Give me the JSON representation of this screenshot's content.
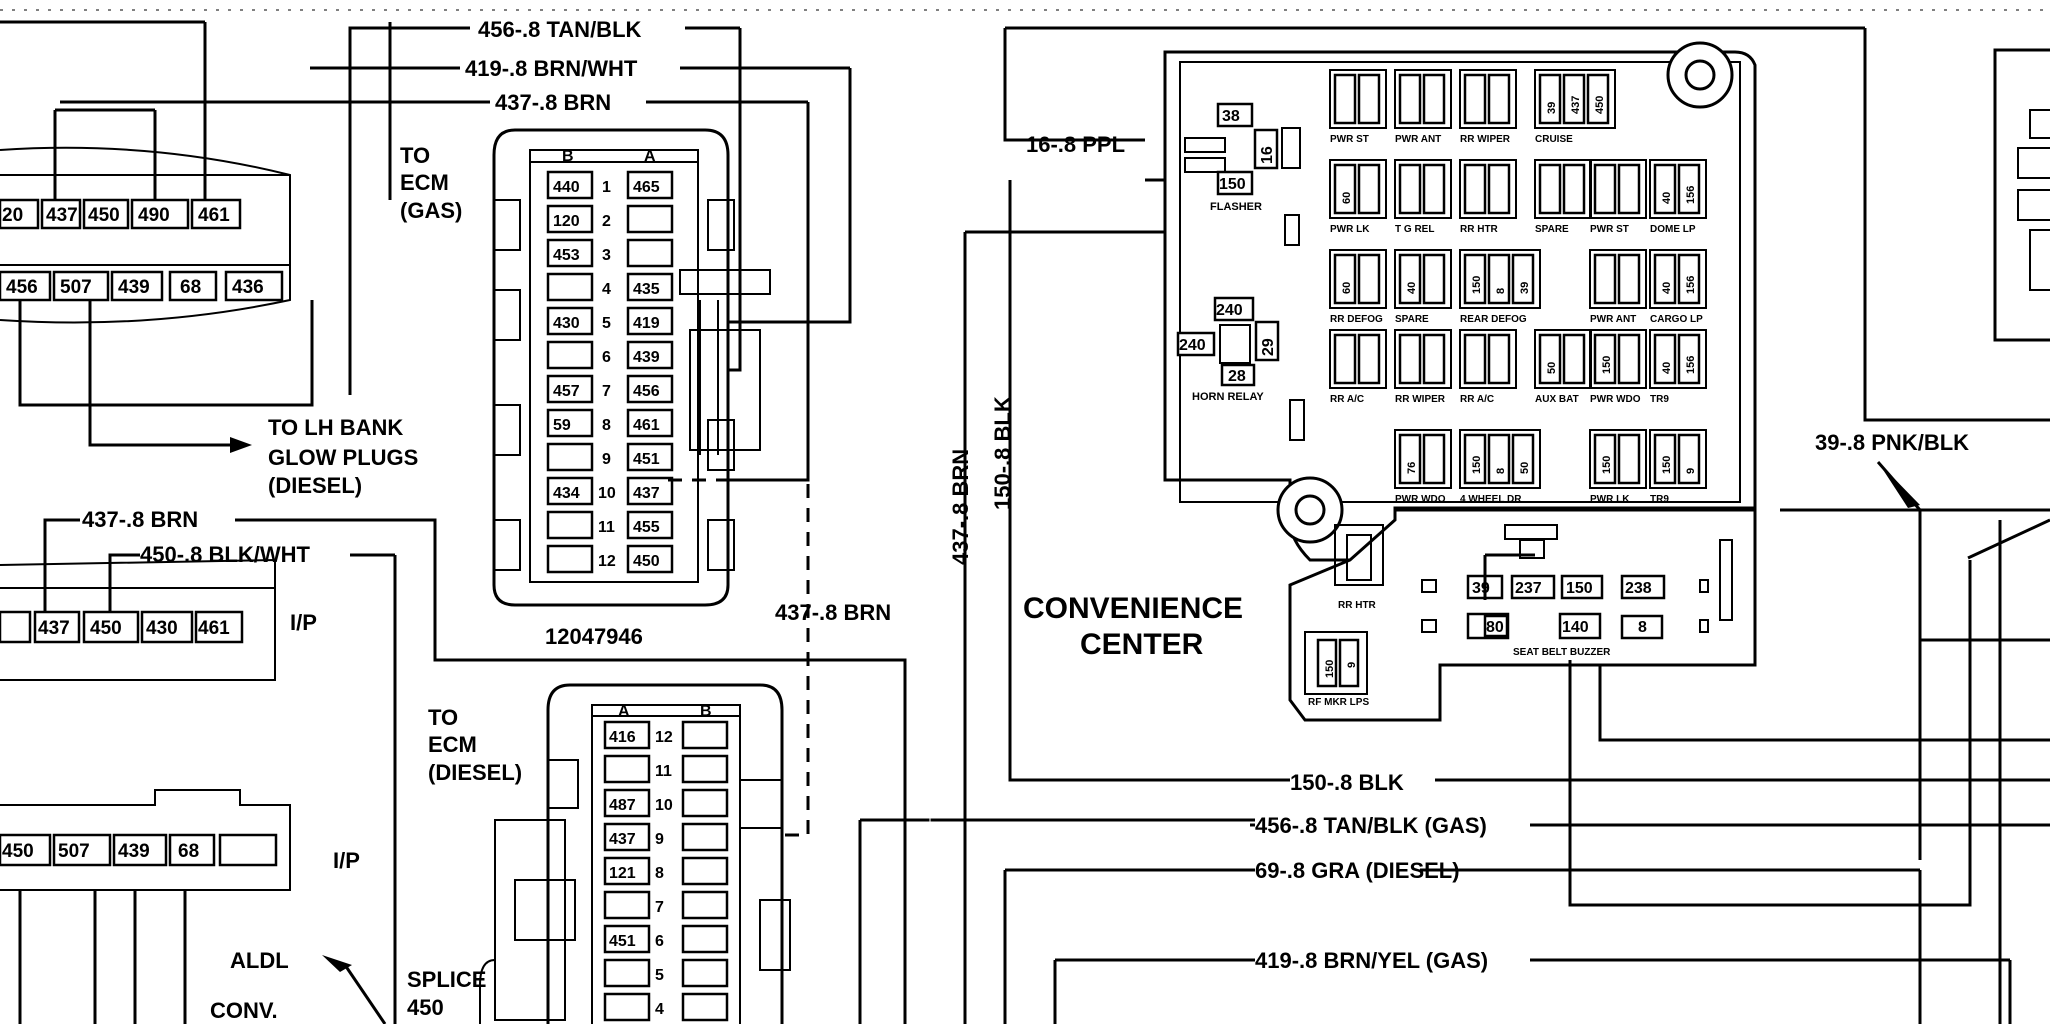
{
  "wires": {
    "w456_tan_blk": "456-.8 TAN/BLK",
    "w419_brn_wht": "419-.8 BRN/WHT",
    "w437_brn_top": "437-.8 BRN",
    "w437_brn_left": "437-.8 BRN",
    "w450_blk_wht": "450-.8 BLK/WHT",
    "w437_brn_dashed": "437-.8 BRN",
    "w16_ppl": "16-.8 PPL",
    "w437_brn_vert": "437-.8 BRN",
    "w150_blk_vert": "150-.8 BLK",
    "w39_pnk_blk": "39-.8 PNK/BLK",
    "w150_blk_bottom": "150-.8 BLK",
    "w456_tan_blk_gas": "456-.8 TAN/BLK (GAS)",
    "w69_gra_diesel": "69-.8 GRA (DIESEL)",
    "w419_brn_yel_gas": "419-.8 BRN/YEL (GAS)"
  },
  "labels": {
    "to_ecm_gas": [
      "TO",
      "ECM",
      "(GAS)"
    ],
    "to_lh_bank": [
      "TO LH BANK",
      "GLOW PLUGS",
      "(DIESEL)"
    ],
    "ip_1": "I/P",
    "ip_2": "I/P",
    "to_ecm_diesel": [
      "TO",
      "ECM",
      "(DIESEL)"
    ],
    "aldl": "ALDL",
    "conv": "CONV.",
    "splice": [
      "SPLICE",
      "450"
    ],
    "part_number": "12047946",
    "convenience_center": [
      "CONVENIENCE",
      "CENTER"
    ]
  },
  "left_connector_top": {
    "row1": [
      "20",
      "437",
      "450",
      "490",
      "461"
    ],
    "row2": [
      "456",
      "507",
      "439",
      "68",
      "436"
    ]
  },
  "left_connector_mid": [
    "437",
    "450",
    "430",
    "461"
  ],
  "left_connector_bottom": [
    "450",
    "507",
    "439",
    "68"
  ],
  "ecm_gas": {
    "col_b": "B",
    "col_a": "A",
    "rows": [
      {
        "b": "440",
        "n": "1",
        "a": "465"
      },
      {
        "b": "120",
        "n": "2",
        "a": ""
      },
      {
        "b": "453",
        "n": "3",
        "a": ""
      },
      {
        "b": "",
        "n": "4",
        "a": "435"
      },
      {
        "b": "430",
        "n": "5",
        "a": "419"
      },
      {
        "b": "",
        "n": "6",
        "a": "439"
      },
      {
        "b": "457",
        "n": "7",
        "a": "456"
      },
      {
        "b": "59",
        "n": "8",
        "a": "461"
      },
      {
        "b": "",
        "n": "9",
        "a": "451"
      },
      {
        "b": "434",
        "n": "10",
        "a": "437"
      },
      {
        "b": "",
        "n": "11",
        "a": "455"
      },
      {
        "b": "",
        "n": "12",
        "a": "450"
      }
    ]
  },
  "ecm_diesel": {
    "col_a": "A",
    "col_b": "B",
    "rows": [
      {
        "a": "416",
        "n": "12"
      },
      {
        "a": "",
        "n": "11"
      },
      {
        "a": "487",
        "n": "10"
      },
      {
        "a": "437",
        "n": "9"
      },
      {
        "a": "121",
        "n": "8"
      },
      {
        "a": "",
        "n": "7"
      },
      {
        "a": "451",
        "n": "6"
      },
      {
        "a": "",
        "n": "5"
      },
      {
        "a": "",
        "n": "4"
      }
    ]
  },
  "fuse_block": {
    "flasher": {
      "top": "38",
      "side": "16",
      "bottom": "150",
      "name": "FLASHER"
    },
    "horn_relay": {
      "top": "240",
      "left": "240",
      "side": "29",
      "bottom": "28",
      "name": "HORN RELAY"
    },
    "row1": [
      {
        "name": "PWR ST",
        "values": []
      },
      {
        "name": "PWR ANT",
        "values": []
      },
      {
        "name": "RR WIPER",
        "values": []
      },
      {
        "name": "CRUISE",
        "values": [
          "39",
          "437",
          "450"
        ]
      }
    ],
    "row2": [
      {
        "name": "PWR LK",
        "values": [
          "60"
        ]
      },
      {
        "name": "T G REL",
        "values": []
      },
      {
        "name": "RR HTR",
        "values": []
      },
      {
        "name": "SPARE",
        "values": []
      },
      {
        "name": "PWR ST",
        "values": []
      },
      {
        "name": "DOME LP",
        "values": [
          "40",
          "156"
        ]
      }
    ],
    "row3": [
      {
        "name": "RR DEFOG",
        "values": [
          "60"
        ]
      },
      {
        "name": "SPARE",
        "values": [
          "40"
        ]
      },
      {
        "name": "REAR DEFOG",
        "values": [
          "150",
          "8",
          "39"
        ]
      },
      {
        "name": "PWR ANT",
        "values": []
      },
      {
        "name": "CARGO LP",
        "values": [
          "40",
          "156"
        ]
      }
    ],
    "row4": [
      {
        "name": "RR A/C",
        "values": []
      },
      {
        "name": "RR WIPER",
        "values": []
      },
      {
        "name": "RR A/C",
        "values": []
      },
      {
        "name": "AUX BAT",
        "values": [
          "50"
        ]
      },
      {
        "name": "PWR WDO",
        "values": [
          "150"
        ]
      },
      {
        "name": "TR9",
        "values": [
          "40",
          "156"
        ]
      }
    ],
    "row5": [
      {
        "name": "PWR WDO",
        "values": [
          "76"
        ]
      },
      {
        "name": "4 WHEEL DR",
        "values": [
          "150",
          "8",
          "50"
        ]
      },
      {
        "name": "PWR LK",
        "values": [
          "150"
        ]
      },
      {
        "name": "TR9",
        "values": [
          "150",
          "9"
        ]
      }
    ],
    "rr_htr": "RR HTR",
    "rf_mkr": {
      "name": "RF MKR LPS",
      "values": [
        "150",
        "9"
      ]
    },
    "seat_belt": {
      "name": "SEAT BELT BUZZER",
      "top": [
        "39",
        "237",
        "150",
        "238"
      ],
      "bottom": [
        "80",
        "140",
        "8"
      ]
    }
  }
}
